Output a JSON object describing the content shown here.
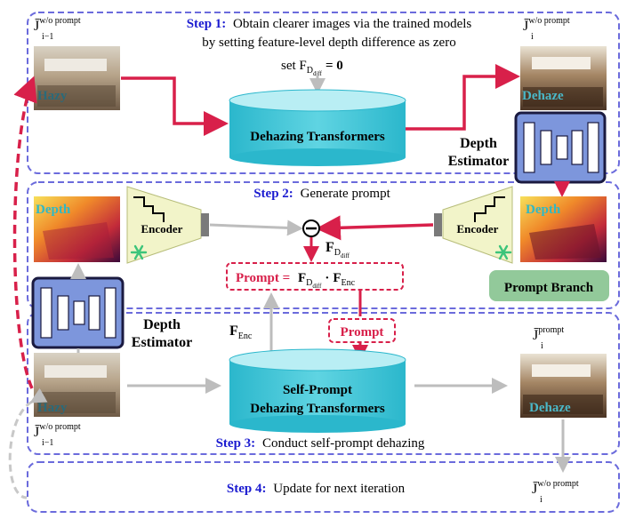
{
  "step1": {
    "label": "Step 1:",
    "text_line1": "Obtain clearer images via the trained models",
    "text_line2": "by setting feature-level depth difference as zero",
    "set_text": "set F",
    "set_sub": "D",
    "set_subsub": "diff",
    "set_value": "= 0"
  },
  "step2": {
    "label": "Step 2:",
    "text": "Generate prompt"
  },
  "step3": {
    "label": "Step 3:",
    "text": "Conduct self-prompt dehazing"
  },
  "step4": {
    "label": "Step 4:",
    "text": "Update for next iteration"
  },
  "math": {
    "J_bar": "J̄",
    "sub_i_minus_1": "i−1",
    "sub_i": "i",
    "sup_wo_prompt": "w/o prompt",
    "sup_prompt": "prompt",
    "F": "F",
    "D": "D",
    "diff": "diff",
    "Enc": "Enc",
    "minus": "−"
  },
  "labels": {
    "hazy": "Hazy",
    "dehaze": "Dehaze",
    "depth": "Depth",
    "encoder": "Encoder",
    "depth_estimator_line1": "Depth",
    "depth_estimator_line2": "Estimator",
    "dehazing_transformers": "Dehazing Transformers",
    "self_prompt_line1": "Self-Prompt",
    "self_prompt_line2": "Dehazing Transformers",
    "prompt": "Prompt",
    "prompt_eq": "Prompt =",
    "prompt_branch": "Prompt Branch",
    "dot": "·"
  },
  "colors": {
    "step_box": "#6b6bdc",
    "step_label": "#1a1ad0",
    "red_arrow": "#d8204a",
    "gray_arrow": "#bdbdbd",
    "cylinder": "#3ec4d6",
    "cylinder_top": "#b9eef4",
    "estimator_fill": "#7d96dc",
    "encoder_fill": "#f2f4c9",
    "prompt_box": "#d8204a",
    "prompt_branch_fill": "#92c99a",
    "depth_text": "#30b8c4",
    "hazy_text": "#2a6a7a",
    "snowflake": "#3cc47a"
  },
  "icons": {
    "frozen": "snowflake-icon",
    "subtract": "minus-circle-icon"
  }
}
